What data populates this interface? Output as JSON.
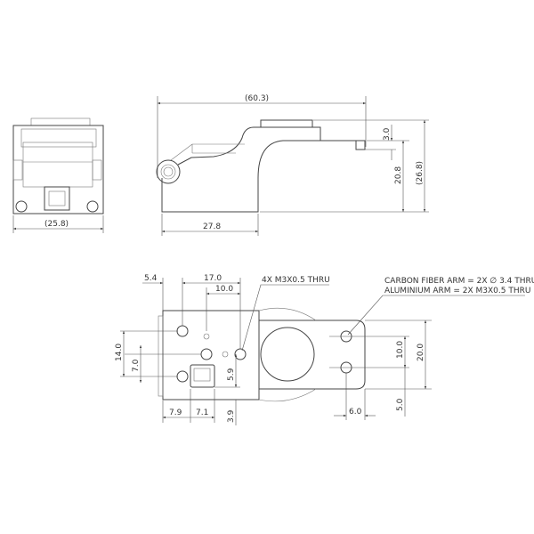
{
  "front_view": {
    "width_dim": "(25.8)"
  },
  "side_view": {
    "overall_length": "(60.3)",
    "base_length": "27.8",
    "arm_thickness": "3.0",
    "arm_height": "20.8",
    "overall_height": "(26.8)"
  },
  "bottom_view": {
    "dim_5_4": "5.4",
    "dim_17_0": "17.0",
    "dim_10_0_top": "10.0",
    "hole_note": "4X M3X0.5 THRU",
    "arm_note_line1": "CARBON FIBER ARM = 2X ∅ 3.4 THRU",
    "arm_note_line2": "ALUMINIUM ARM = 2X M3X0.5 THRU",
    "dim_14_0": "14.0",
    "dim_7_0": "7.0",
    "dim_5_9": "5.9",
    "dim_3_9": "3.9",
    "dim_7_9": "7.9",
    "dim_7_1": "7.1",
    "dim_10_0_arm": "10.0",
    "dim_20_0": "20.0",
    "dim_5_0": "5.0",
    "dim_6_0": "6.0"
  }
}
